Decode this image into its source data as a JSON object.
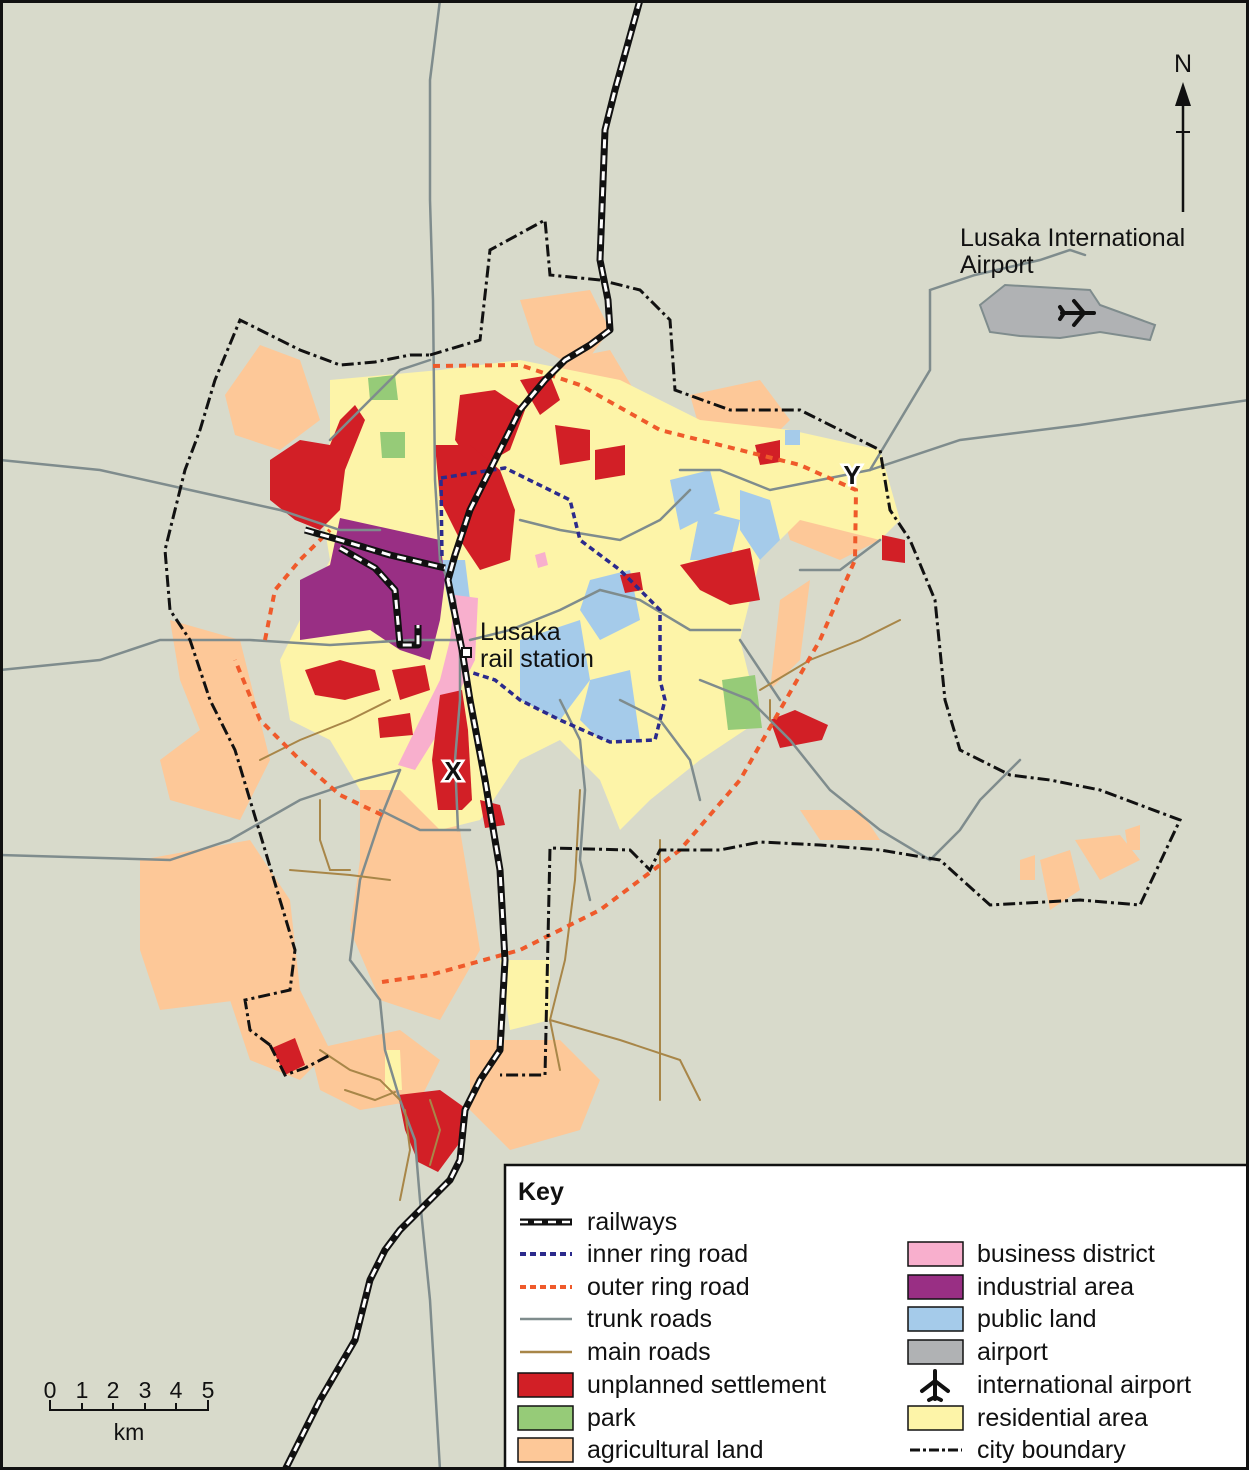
{
  "map": {
    "labels": {
      "airport": [
        "Lusaka International",
        "Airport"
      ],
      "station": [
        "Lusaka",
        "rail station"
      ],
      "point_x": "X",
      "point_y": "Y",
      "north": "N"
    },
    "scale": {
      "ticks": [
        "0",
        "1",
        "2",
        "3",
        "4",
        "5"
      ],
      "unit": "km"
    }
  },
  "legend": {
    "title": "Key",
    "left": [
      {
        "label": "railways",
        "symbol": "railway"
      },
      {
        "label": "inner ring road",
        "symbol": "inner-ring"
      },
      {
        "label": "outer ring road",
        "symbol": "outer-ring"
      },
      {
        "label": "trunk roads",
        "symbol": "trunk"
      },
      {
        "label": "main roads",
        "symbol": "main"
      },
      {
        "label": "unplanned settlement",
        "symbol": "fill",
        "color": "#d21f26"
      },
      {
        "label": "park",
        "symbol": "fill",
        "color": "#96cb78"
      },
      {
        "label": "agricultural land",
        "symbol": "fill",
        "color": "#fdc898"
      }
    ],
    "right": [
      {
        "label": "business district",
        "symbol": "fill",
        "color": "#f8afcd"
      },
      {
        "label": "industrial area",
        "symbol": "fill",
        "color": "#992f84"
      },
      {
        "label": "public land",
        "symbol": "fill",
        "color": "#a5cbea"
      },
      {
        "label": "airport",
        "symbol": "fill",
        "color": "#b0b2b4"
      },
      {
        "label": "international airport",
        "symbol": "plane"
      },
      {
        "label": "residential area",
        "symbol": "fill",
        "color": "#fdf4a8"
      },
      {
        "label": "city boundary",
        "symbol": "boundary"
      }
    ]
  },
  "colors": {
    "background": "#d8dacb",
    "residential": "#fdf4a8",
    "agricultural": "#fdc898",
    "unplanned": "#d21f26",
    "park": "#96cb78",
    "industrial": "#992f84",
    "public": "#a5cbea",
    "business": "#f8afcd",
    "airport": "#b0b2b4",
    "trunk": "#7f8c8d",
    "main": "#a88648",
    "inner_ring": "#2b2a8c",
    "outer_ring": "#ef5a2b"
  }
}
